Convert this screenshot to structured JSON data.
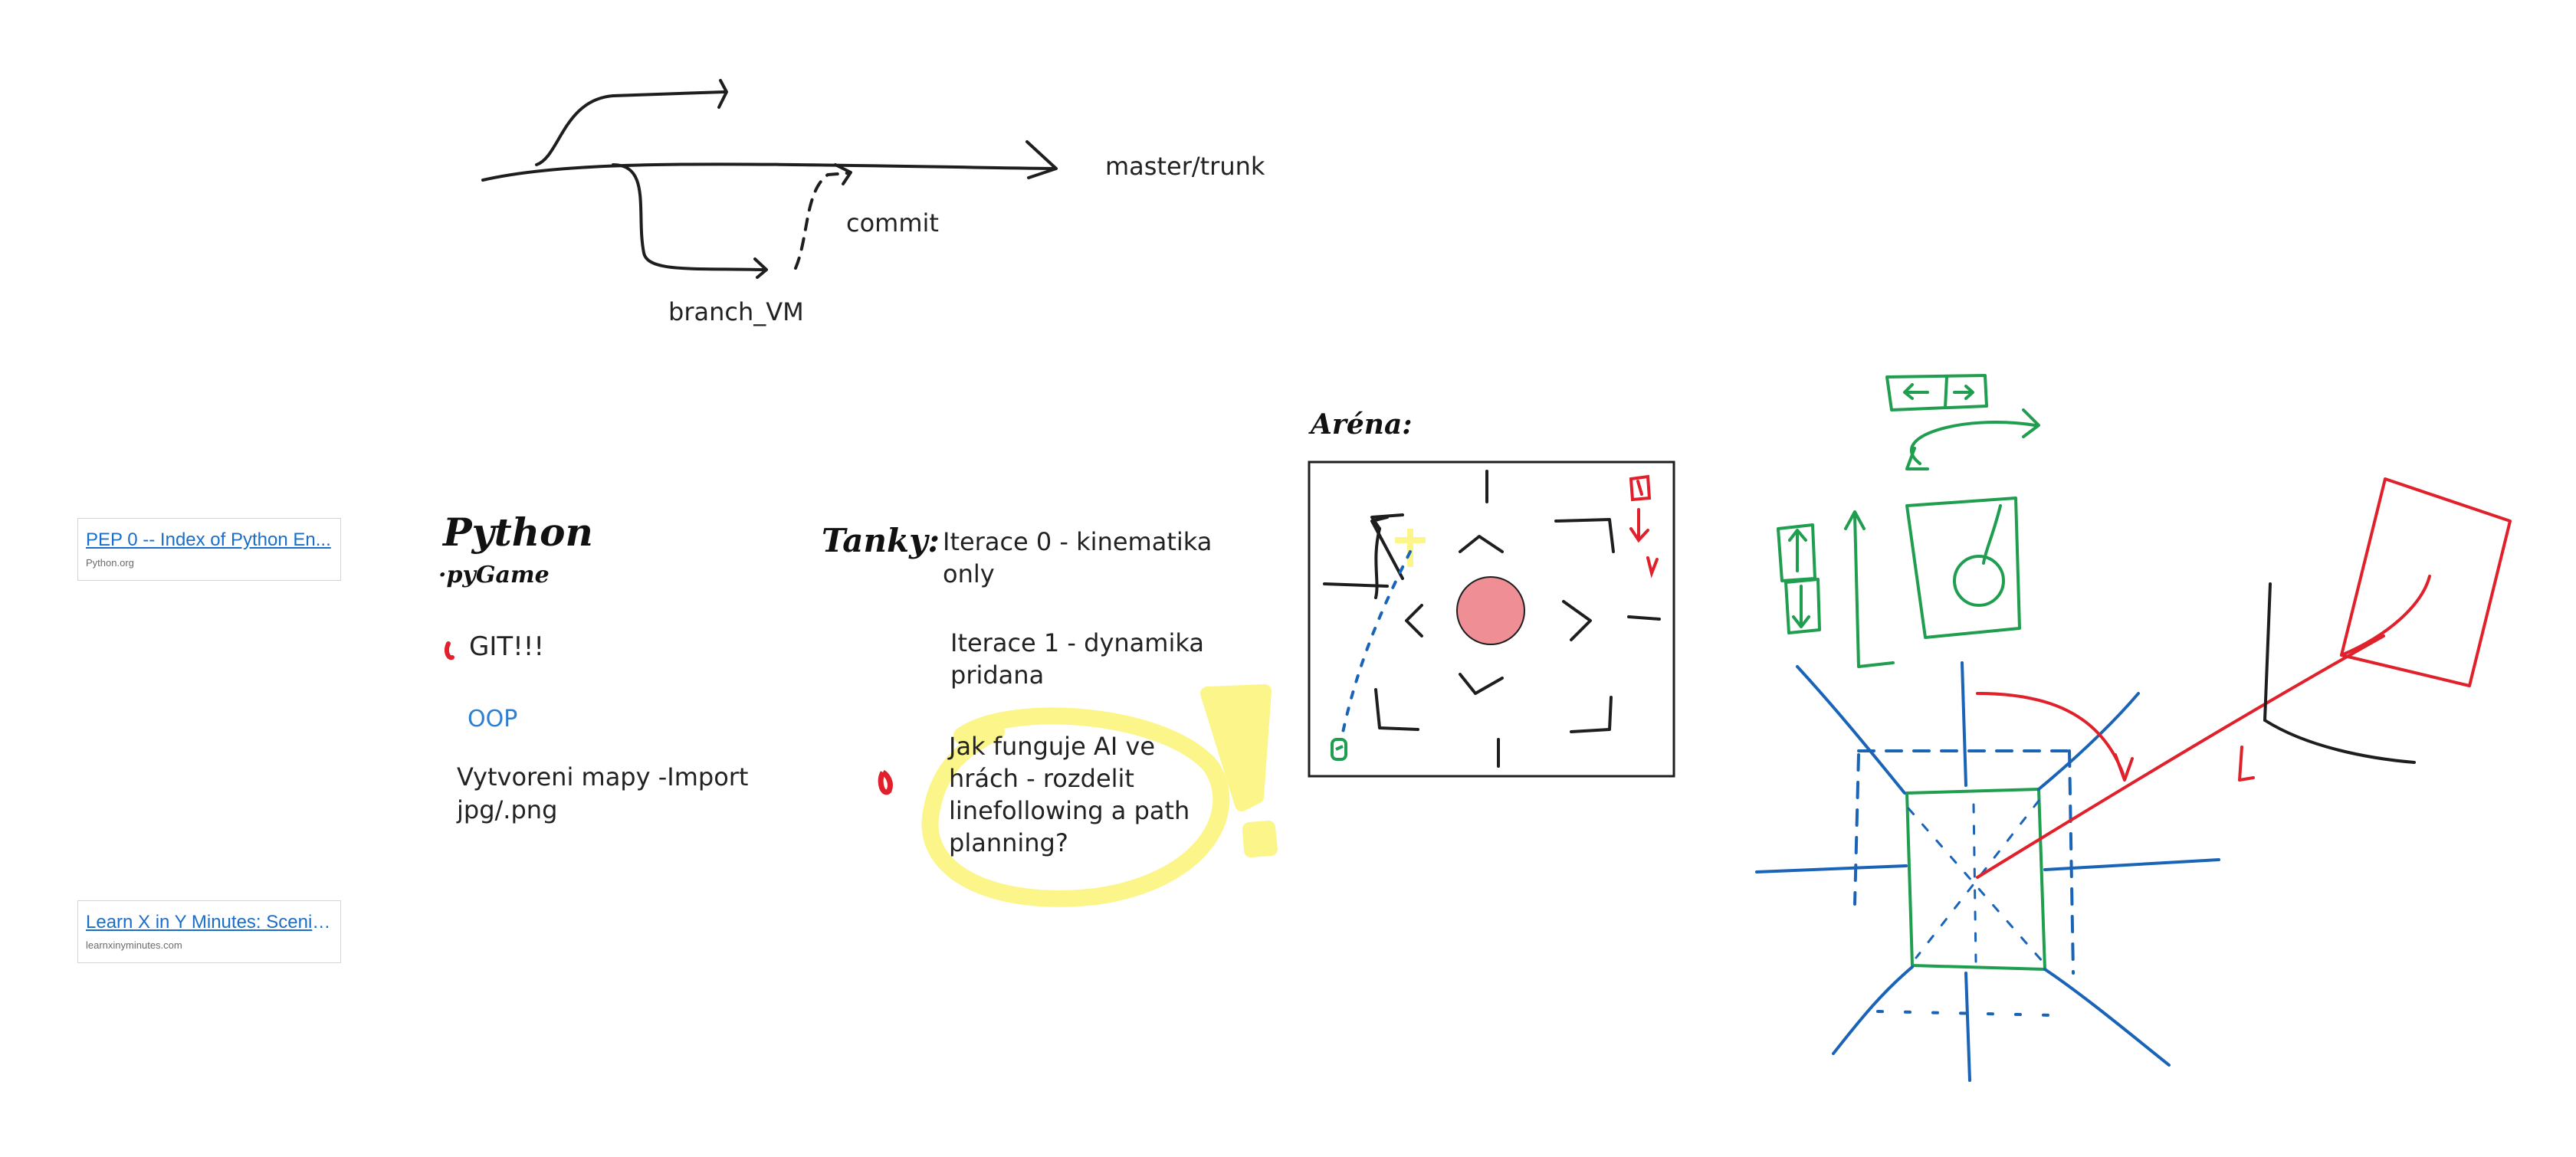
{
  "git_diagram": {
    "main_label": "master/trunk",
    "commit_label": "commit",
    "branch_label": "branch_VM"
  },
  "python_notes": {
    "title": "Python",
    "subtitle": "·pyGame",
    "items": [
      "GIT!!!",
      "OOP",
      "Vytvoreni mapy -Import",
      "jpg/.png"
    ]
  },
  "tanks_notes": {
    "title": "Tanky:",
    "iter0": [
      "Iterace 0 - kinematika",
      "only"
    ],
    "iter1": [
      "Iterace 1 - dynamika",
      "pridana"
    ],
    "ai": [
      "Jak funguje AI ve",
      "hrách - rozdelit",
      "linefollowing a path",
      "planning?"
    ]
  },
  "arena": {
    "title": "Aréna:",
    "center_color": "#ef8f95"
  },
  "links": [
    {
      "title": "PEP 0 -- Index of Python En...",
      "domain": "Python.org"
    },
    {
      "title": "Learn X in Y Minutes: Scenic ...",
      "domain": "learnxinyminutes.com"
    }
  ],
  "colors": {
    "ink_black": "#1e1e1e",
    "ink_green": "#1f9e4f",
    "ink_blue": "#1a64b8",
    "ink_red": "#e0202a",
    "highlighter_yellow": "#fbf58a",
    "oop_blue": "#2f7fd0"
  }
}
